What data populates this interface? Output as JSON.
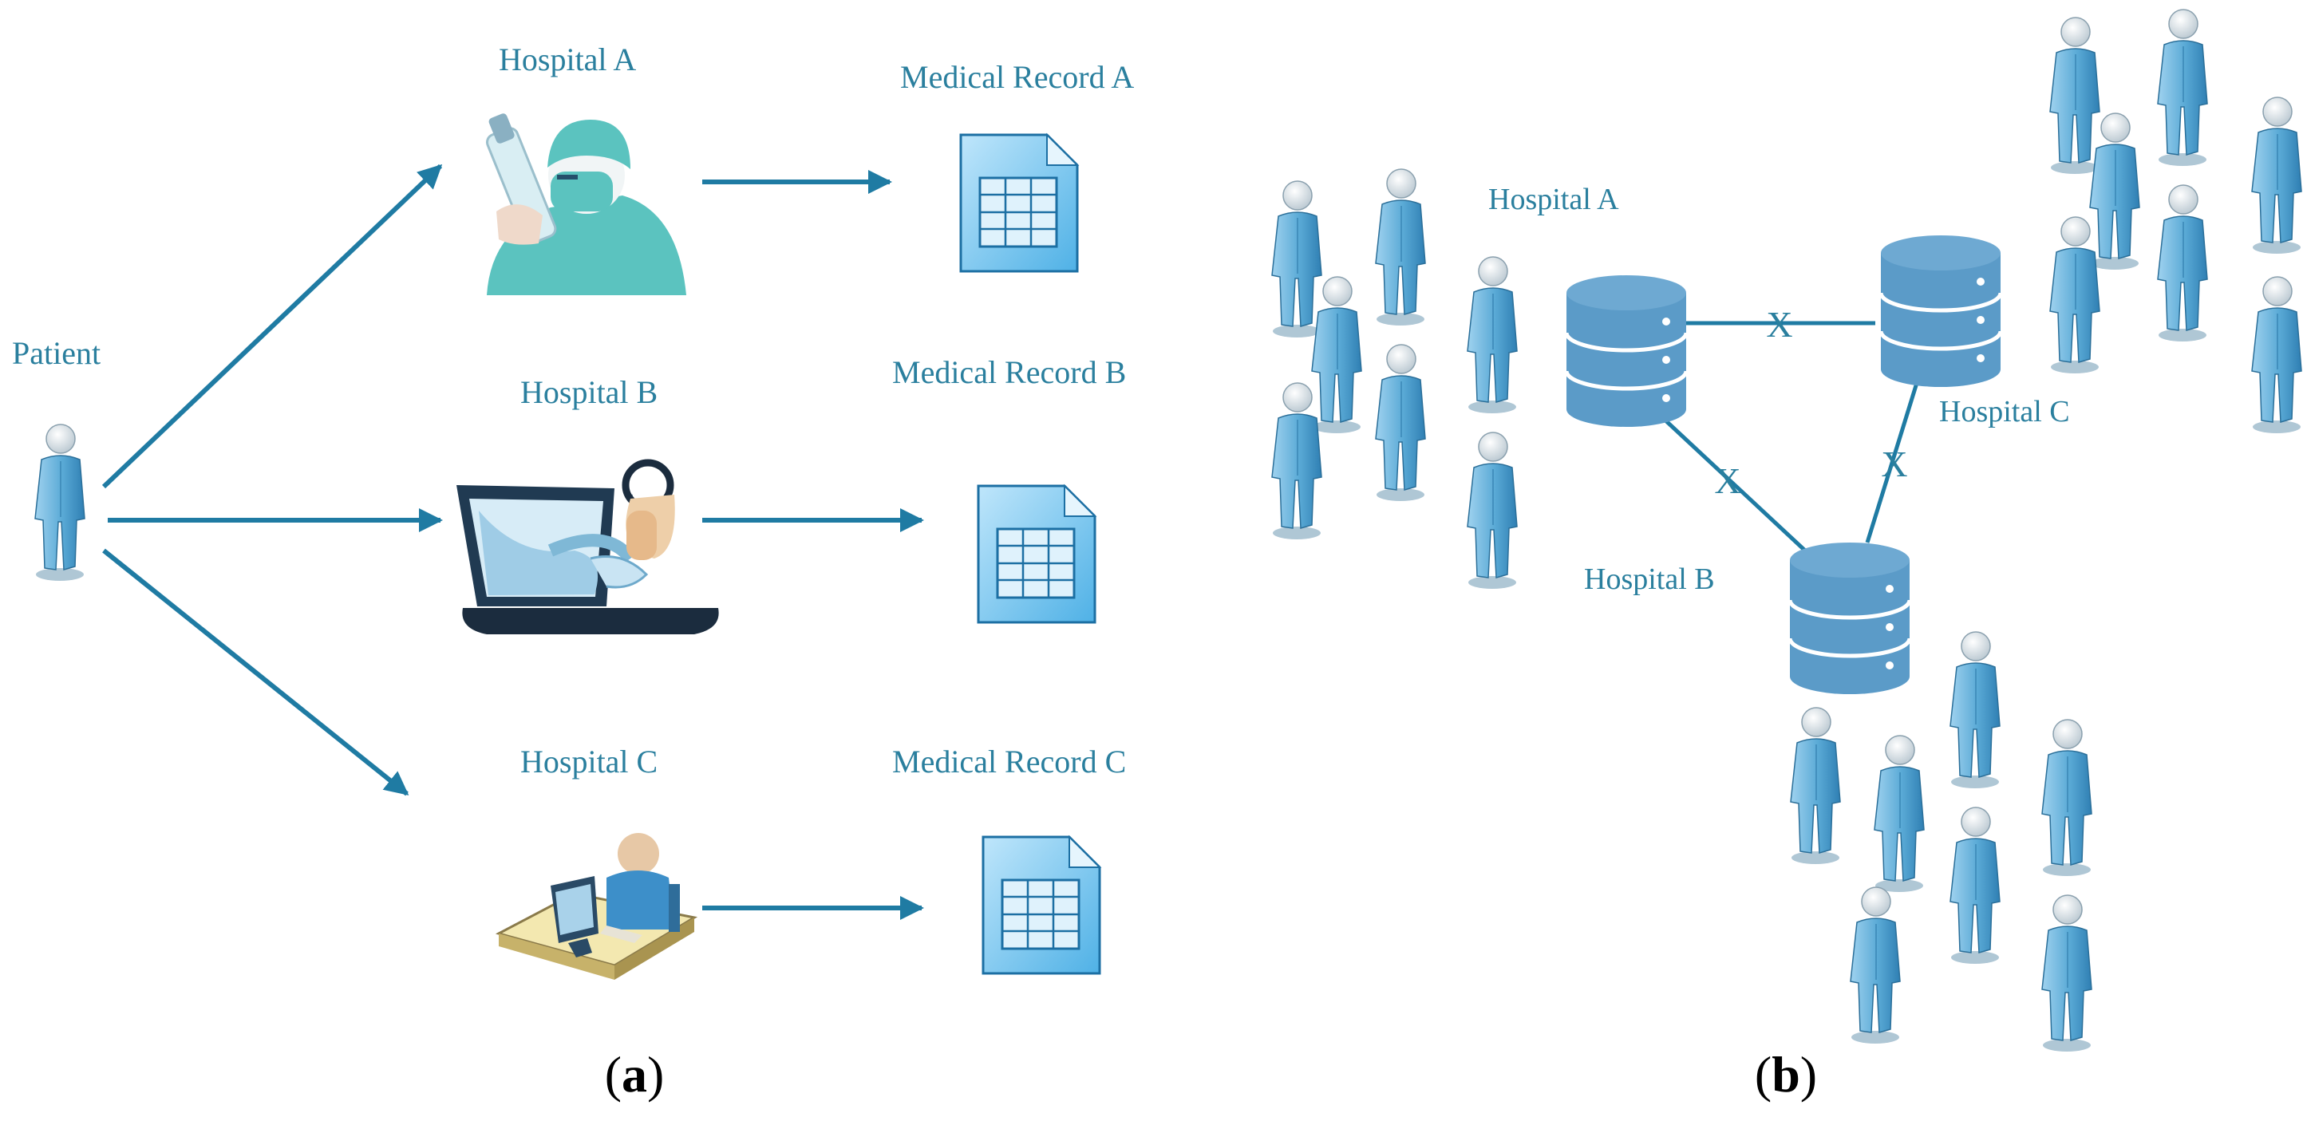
{
  "panel_a": {
    "caption_open": "(",
    "caption_letter": "a",
    "caption_close": ")",
    "patient_label": "Patient",
    "hospitals": [
      {
        "label": "Hospital A",
        "record_label": "Medical Record A",
        "icon": "doctor-test-tube-icon"
      },
      {
        "label": "Hospital B",
        "record_label": "Medical Record B",
        "icon": "laptop-telemedicine-icon"
      },
      {
        "label": "Hospital C",
        "record_label": "Medical Record C",
        "icon": "desk-computer-worker-icon"
      }
    ]
  },
  "panel_b": {
    "caption_open": "(",
    "caption_letter": "b",
    "caption_close": ")",
    "hospital_a_label": "Hospital A",
    "hospital_b_label": "Hospital B",
    "hospital_c_label": "Hospital C",
    "blocked_marker": "X",
    "icons": [
      "database-icon",
      "person-icon"
    ]
  },
  "colors": {
    "accent": "#1f7ba3",
    "label": "#2a7f9e",
    "person_body": "#5aaad6",
    "person_light": "#c3e3f5",
    "database": "#5b9bc8",
    "record": "#7cc8f0"
  }
}
